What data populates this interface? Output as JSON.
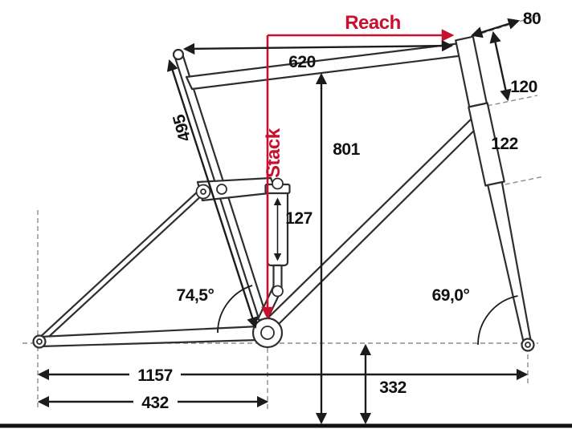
{
  "diagram": {
    "type": "bike-frame-geometry",
    "colors": {
      "accent": "#c8102e",
      "line": "#2e2e2e",
      "dashed": "#8c8c8c"
    },
    "reach_label": "Reach",
    "stack_label": "Stack",
    "stem_length": "80",
    "top_tube_length": "620",
    "head_tube_length": "120",
    "seat_tube_length": "495",
    "front_height": "801",
    "fork_head_length": "122",
    "shock_length": "127",
    "seat_tube_angle": "74,5°",
    "head_tube_angle": "69,0°",
    "wheelbase": "1157",
    "chainstay_length": "432",
    "bb_height": "332"
  }
}
